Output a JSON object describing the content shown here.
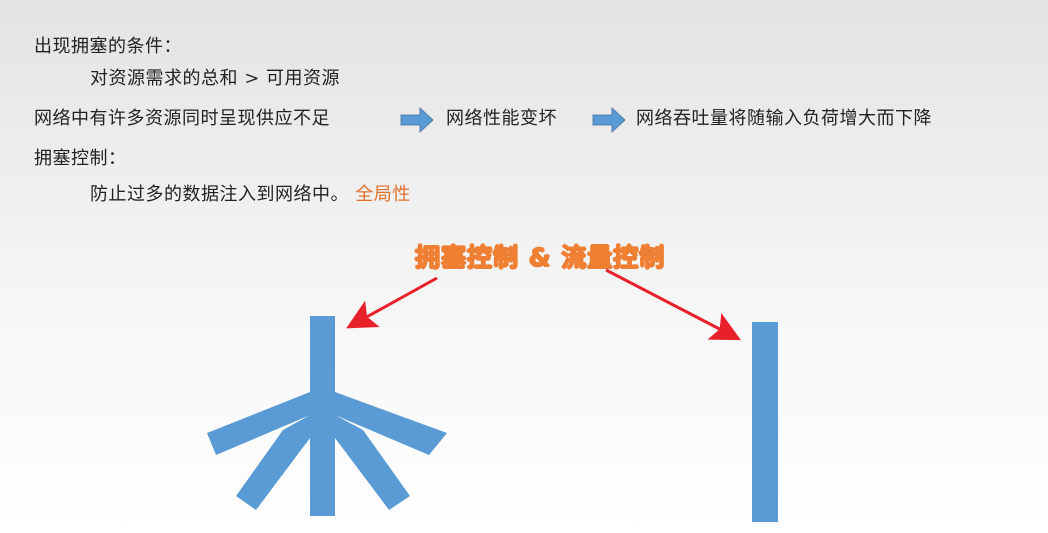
{
  "slide": {
    "lines": {
      "congestion_condition_heading": "出现拥塞的条件：",
      "congestion_condition_formula": "对资源需求的总和 > 可用资源",
      "chain_part1": "网络中有许多资源同时呈现供应不足",
      "chain_part2": "网络性能变坏",
      "chain_part3": "网络吞吐量将随输入负荷增大而下降",
      "congestion_control_heading": "拥塞控制：",
      "congestion_control_desc": "防止过多的数据注入到网络中。",
      "congestion_control_keyword": "全局性"
    },
    "diagram": {
      "title": "拥塞控制 & 流量控制",
      "left_shape": "tree-branch-icon",
      "right_shape": "single-bar-icon"
    },
    "colors": {
      "text": "#222222",
      "accent_orange": "#e0702a",
      "title_orange": "#ef7f32",
      "shape_blue": "#5b9bd5",
      "pointer_red": "#e8202a"
    }
  }
}
